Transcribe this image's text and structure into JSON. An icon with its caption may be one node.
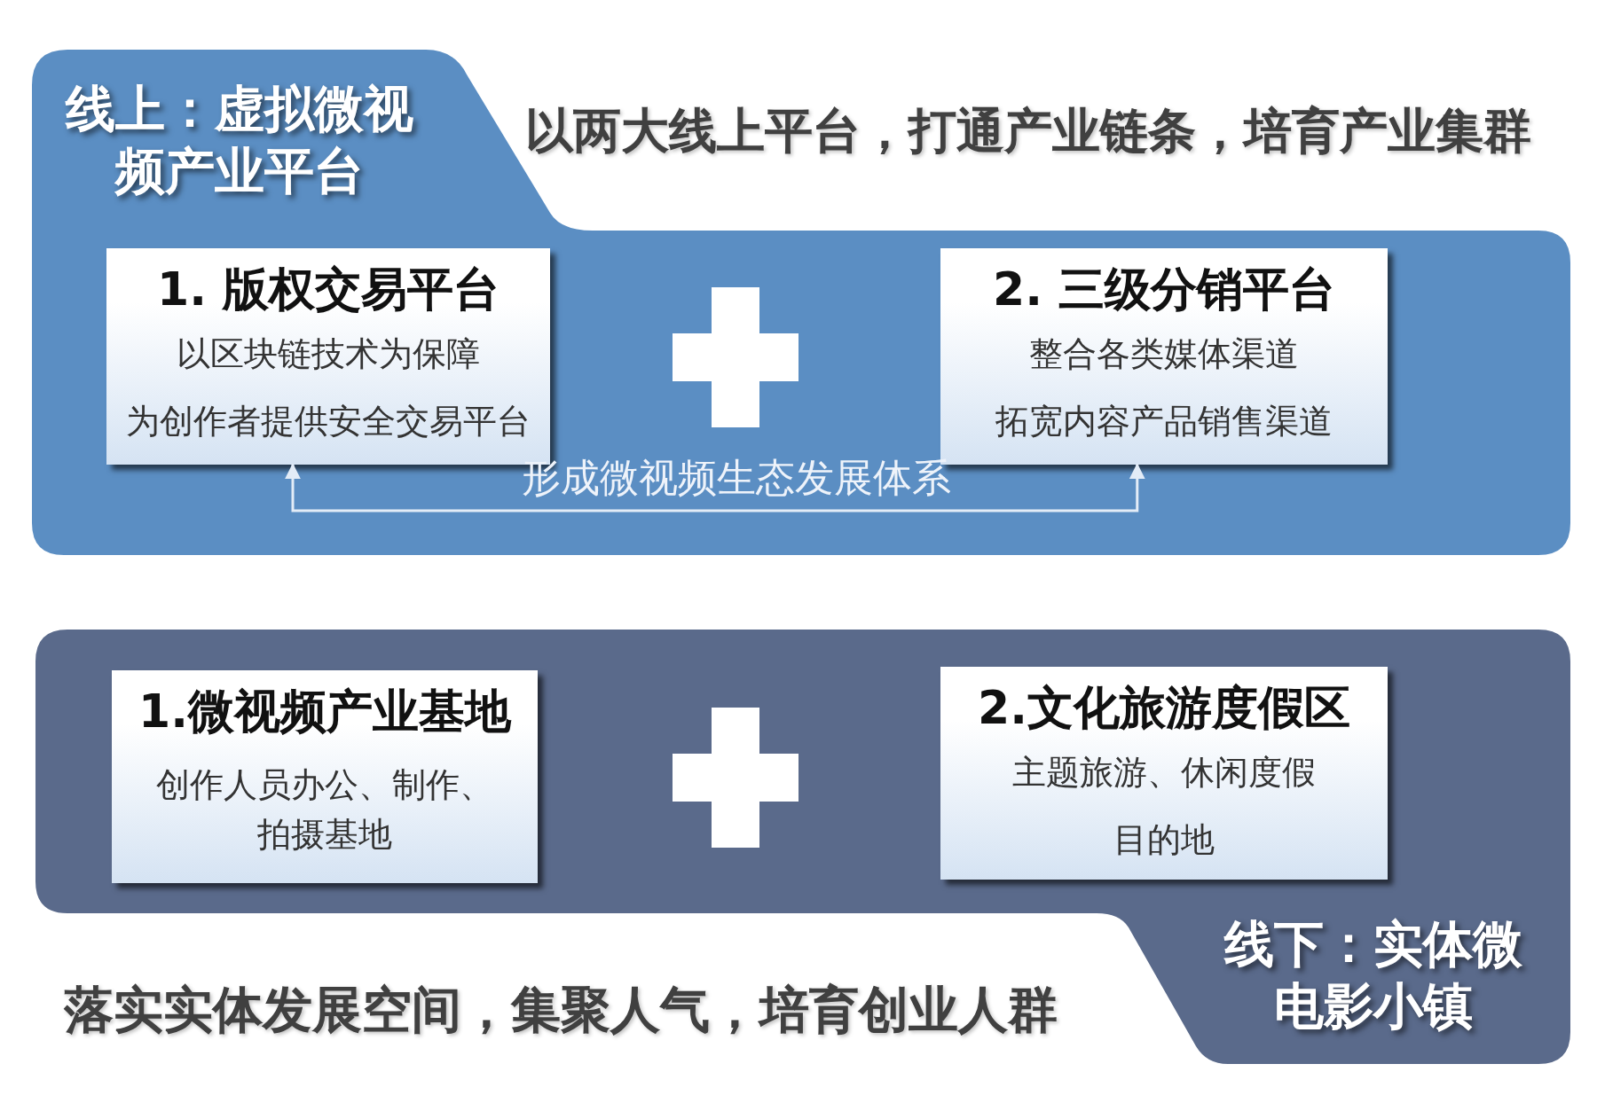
{
  "diagram": {
    "nodes": [
      {
        "text": [
          "线上：虚拟微视频产业平台"
        ],
        "beside": [
          "以两大线上平台，打通产业链条，培育产业集群"
        ]
      },
      {
        "text": [
          "1. 版权交易平台",
          "以区块链技术为保障",
          "为创作者提供安全交易平台"
        ],
        "in": 0
      },
      {
        "text": [
          "2. 三级分销平台",
          "整合各类媒体渠道",
          "拓宽内容产品销售渠道"
        ],
        "in": 0
      },
      {
        "text": [
          "线下：实体微电影小镇"
        ],
        "beside": [
          "落实实体发展空间，集聚人气，培育创业人群"
        ]
      },
      {
        "text": [
          "1.微视频产业基地",
          "创作人员办公、制作、拍摄基地"
        ],
        "in": 3
      },
      {
        "text": [
          "2.文化旅游度假区",
          "主题旅游、休闲度假目的地"
        ],
        "in": 3
      }
    ],
    "edges": [
      {
        "from": 1,
        "to": 2,
        "arrow": "both",
        "label": "形成微视频生态发展体系"
      }
    ]
  }
}
